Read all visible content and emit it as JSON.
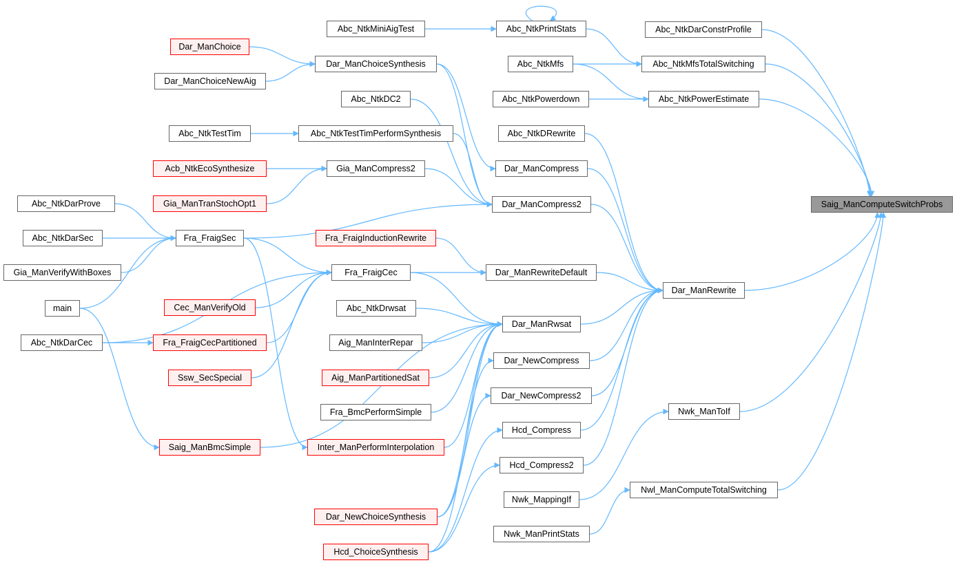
{
  "graph": {
    "title": "Saig_ManComputeSwitchProbs caller graph",
    "colors": {
      "edge": "#63b8ff",
      "node_border": "#666666",
      "red_border": "#ff0000",
      "red_fill": "#fff0f0",
      "target_fill": "#999999"
    },
    "nodes": {
      "saig": "Saig_ManComputeSwitchProbs",
      "constr": "Abc_NtkDarConstrProfile",
      "mfstot": "Abc_NtkMfsTotalSwitching",
      "powest": "Abc_NtkPowerEstimate",
      "darrw": "Dar_ManRewrite",
      "toif": "Nwk_ManToIf",
      "nwltot": "Nwl_ManComputeTotalSwitching",
      "prstats": "Abc_NtkPrintStats",
      "mfs": "Abc_NtkMfs",
      "powdown": "Abc_NtkPowerdown",
      "drew": "Abc_NtkDRewrite",
      "comp": "Dar_ManCompress",
      "comp2": "Dar_ManCompress2",
      "rwdef": "Dar_ManRewriteDefault",
      "rwsat": "Dar_ManRwsat",
      "ncomp": "Dar_NewCompress",
      "ncomp2": "Dar_NewCompress2",
      "hcomp": "Hcd_Compress",
      "hcomp2": "Hcd_Compress2",
      "mapif": "Nwk_MappingIf",
      "nwkps": "Nwk_ManPrintStats",
      "mini": "Abc_NtkMiniAigTest",
      "chsyn": "Dar_ManChoiceSynthesis",
      "dc2": "Abc_NtkDC2",
      "ttps": "Abc_NtkTestTimPerformSynthesis",
      "giac2": "Gia_ManCompress2",
      "fir": "Fra_FraigInductionRewrite",
      "fcec": "Fra_FraigCec",
      "drwsat": "Abc_NtkDrwsat",
      "interrep": "Aig_ManInterRepar",
      "partsat": "Aig_ManPartitionedSat",
      "bmcps": "Fra_BmcPerformSimple",
      "interp": "Inter_ManPerformInterpolation",
      "nchsyn": "Dar_NewChoiceSynthesis",
      "hchsyn": "Hcd_ChoiceSynthesis",
      "manch": "Dar_ManChoice",
      "chnew": "Dar_ManChoiceNewAig",
      "testtim": "Abc_NtkTestTim",
      "eco": "Acb_NtkEcoSynthesize",
      "stoch": "Gia_ManTranStochOpt1",
      "fsec": "Fra_FraigSec",
      "cecold": "Cec_ManVerifyOld",
      "fcecp": "Fra_FraigCecPartitioned",
      "sswsec": "Ssw_SecSpecial",
      "bmcs": "Saig_ManBmcSimple",
      "prove": "Abc_NtkDarProve",
      "darsec": "Abc_NtkDarSec",
      "vwb": "Gia_ManVerifyWithBoxes",
      "main": "main",
      "darcec": "Abc_NtkDarCec"
    }
  }
}
